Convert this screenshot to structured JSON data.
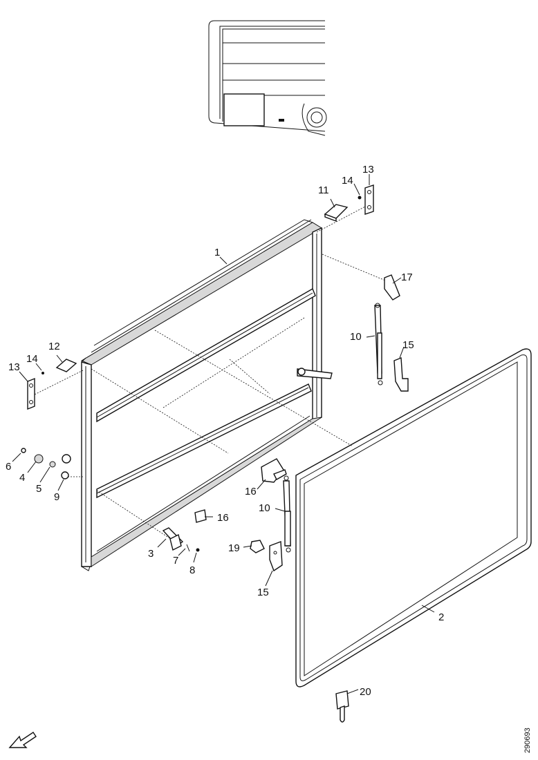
{
  "diagram": {
    "callouts": {
      "c1": "1",
      "c2": "2",
      "c3": "3",
      "c4": "4",
      "c5": "5",
      "c6": "6",
      "c7": "7",
      "c8": "8",
      "c9": "9",
      "c10a": "10",
      "c10b": "10",
      "c11": "11",
      "c12": "12",
      "c13a": "13",
      "c13b": "13",
      "c14a": "14",
      "c14b": "14",
      "c15a": "15",
      "c15b": "15",
      "c16a": "16",
      "c16b": "16",
      "c17": "17",
      "c19": "19",
      "c20": "20"
    },
    "reference_code": "290693",
    "orientation_icon": "arrow-down-left-icon"
  }
}
